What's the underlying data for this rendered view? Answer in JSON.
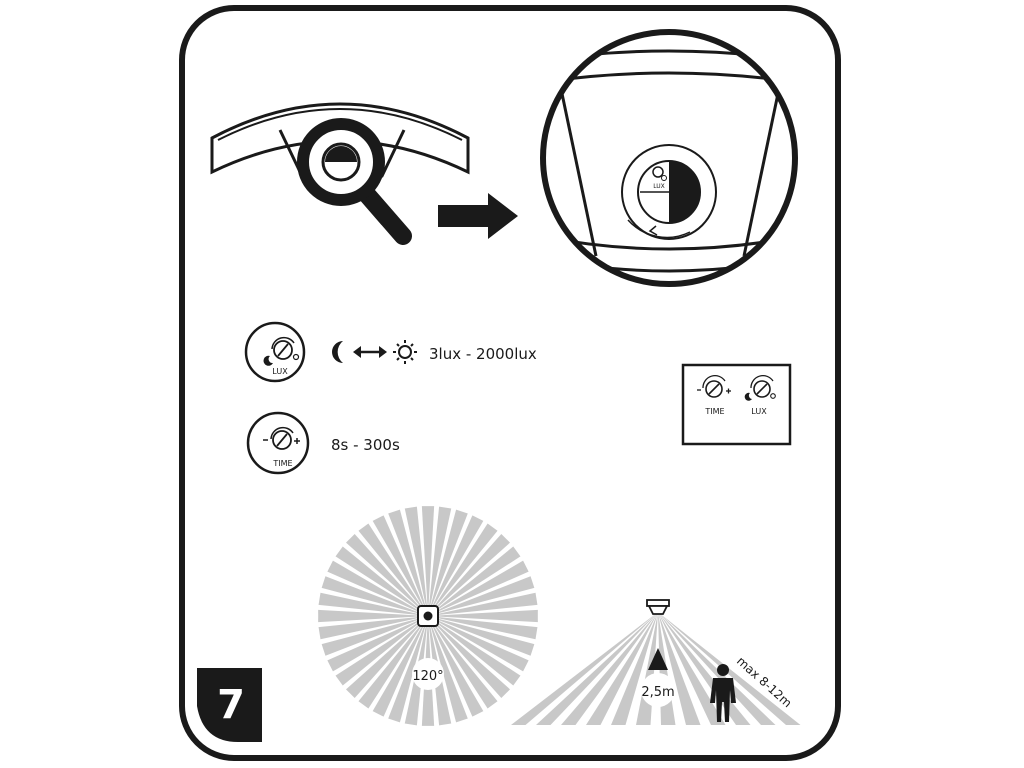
{
  "step": {
    "number": "7"
  },
  "lux": {
    "knob_label": "LUX",
    "range": "3lux - 2000lux"
  },
  "time": {
    "knob_label": "TIME",
    "range": "8s - 300s"
  },
  "panel": {
    "time_label": "TIME",
    "lux_label": "LUX"
  },
  "zoom": {
    "sensor_label": "LUX"
  },
  "detection": {
    "angle": "120°",
    "height": "2,5m",
    "range": "max 8-12m"
  },
  "colors": {
    "line": "#1a1a1a",
    "zone": "#c8c8c8"
  }
}
